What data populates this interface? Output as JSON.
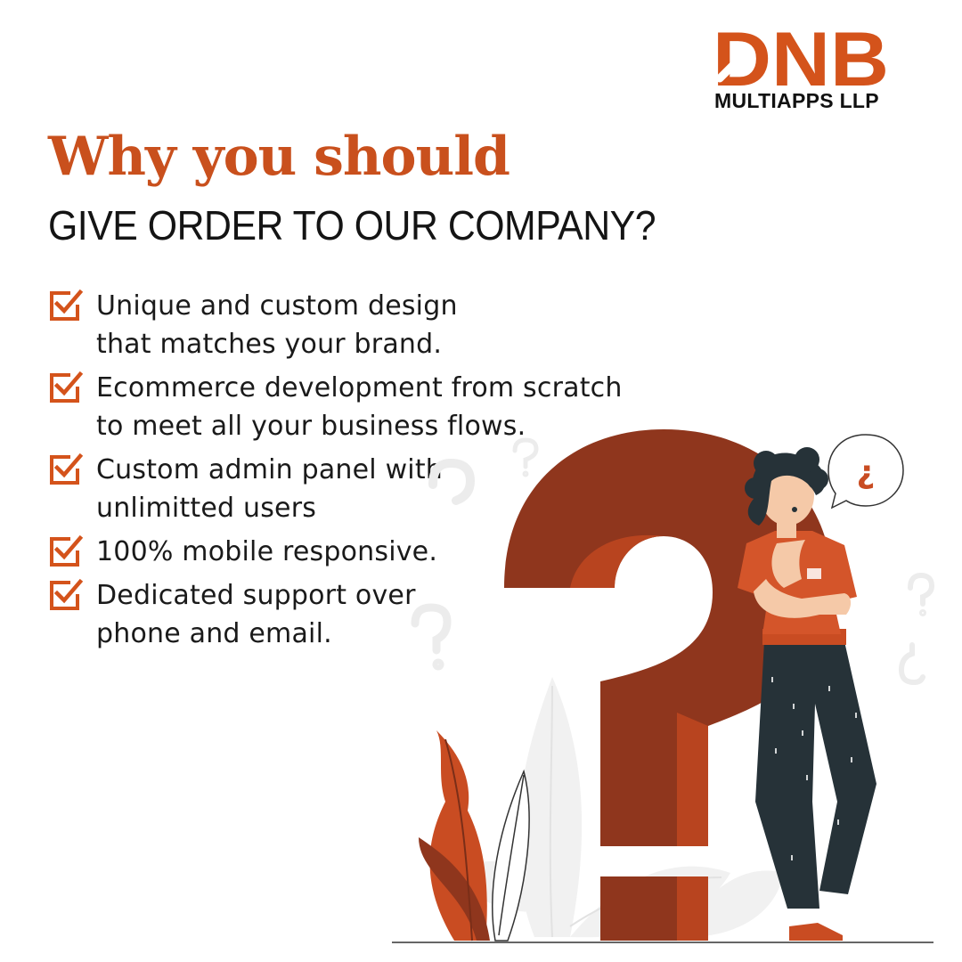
{
  "brand": {
    "logo_text": "DNB",
    "company": "MULTIAPPS LLP",
    "accent_color": "#d4531b",
    "icon": "arrow-up-right-icon"
  },
  "heading": {
    "title": "Why you should",
    "subtitle": "GIVE ORDER TO OUR COMPANY?"
  },
  "features": [
    {
      "icon": "checkbox-checked-icon",
      "lines": [
        "Unique and custom design",
        "that matches your brand."
      ]
    },
    {
      "icon": "checkbox-checked-icon",
      "lines": [
        "Ecommerce development from scratch",
        "to meet all your business flows."
      ]
    },
    {
      "icon": "checkbox-checked-icon",
      "lines": [
        "Custom admin panel with",
        "unlimitted users"
      ]
    },
    {
      "icon": "checkbox-checked-icon",
      "lines": [
        "100% mobile responsive."
      ]
    },
    {
      "icon": "checkbox-checked-icon",
      "lines": [
        "Dedicated support over",
        "phone and email."
      ]
    }
  ],
  "illustration": {
    "speech_bubble_glyph": "¿",
    "icons": [
      "question-mark-icon",
      "person-thinking-icon",
      "speech-bubble-icon",
      "leaf-icon"
    ],
    "colors": {
      "question_mark": "#8f361d",
      "shirt": "#d4552a",
      "pants": "#263238",
      "skin": "#f5c9a8",
      "hair": "#263238"
    }
  }
}
